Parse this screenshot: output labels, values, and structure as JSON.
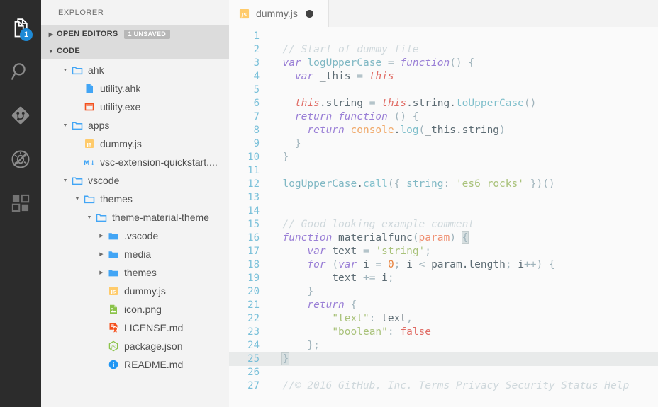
{
  "activity_bar": {
    "items": [
      {
        "name": "explorer",
        "icon": "files-icon",
        "badge": "1",
        "active": true
      },
      {
        "name": "search",
        "icon": "search-icon",
        "badge": "",
        "active": false
      },
      {
        "name": "source-control",
        "icon": "source-control-icon",
        "badge": "",
        "active": false
      },
      {
        "name": "debug",
        "icon": "debug-icon",
        "badge": "",
        "active": false
      },
      {
        "name": "extensions",
        "icon": "extensions-icon",
        "badge": "",
        "active": false
      }
    ]
  },
  "sidebar": {
    "title": "EXPLORER",
    "open_editors": {
      "label": "OPEN EDITORS",
      "badge": "1 UNSAVED",
      "expanded": false
    },
    "code_section": {
      "label": "CODE",
      "expanded": true
    },
    "tree": [
      {
        "label": "ahk",
        "indent": 1,
        "type": "folder",
        "icon": "folder-open-icon",
        "twisty": "down"
      },
      {
        "label": "utility.ahk",
        "indent": 2,
        "type": "file",
        "icon": "file-blue-icon",
        "twisty": "none"
      },
      {
        "label": "utility.exe",
        "indent": 2,
        "type": "file",
        "icon": "exe-icon",
        "twisty": "none"
      },
      {
        "label": "apps",
        "indent": 1,
        "type": "folder",
        "icon": "folder-open-icon",
        "twisty": "down"
      },
      {
        "label": "dummy.js",
        "indent": 2,
        "type": "file",
        "icon": "js-icon",
        "twisty": "none"
      },
      {
        "label": "vsc-extension-quickstart....",
        "indent": 2,
        "type": "file",
        "icon": "markdown-icon",
        "twisty": "none"
      },
      {
        "label": "vscode",
        "indent": 1,
        "type": "folder",
        "icon": "folder-open-icon",
        "twisty": "down"
      },
      {
        "label": "themes",
        "indent": 2,
        "type": "folder",
        "icon": "folder-open-icon",
        "twisty": "down"
      },
      {
        "label": "theme-material-theme",
        "indent": 3,
        "type": "folder",
        "icon": "folder-open-icon",
        "twisty": "down"
      },
      {
        "label": ".vscode",
        "indent": 4,
        "type": "folder",
        "icon": "folder-closed-icon",
        "twisty": "right"
      },
      {
        "label": "media",
        "indent": 4,
        "type": "folder",
        "icon": "folder-closed-icon",
        "twisty": "right"
      },
      {
        "label": "themes",
        "indent": 4,
        "type": "folder",
        "icon": "folder-closed-icon",
        "twisty": "right"
      },
      {
        "label": "dummy.js",
        "indent": 4,
        "type": "file",
        "icon": "js-icon",
        "twisty": "none"
      },
      {
        "label": "icon.png",
        "indent": 4,
        "type": "file",
        "icon": "image-icon",
        "twisty": "none"
      },
      {
        "label": "LICENSE.md",
        "indent": 4,
        "type": "file",
        "icon": "license-icon",
        "twisty": "none"
      },
      {
        "label": "package.json",
        "indent": 4,
        "type": "file",
        "icon": "nodejs-icon",
        "twisty": "none"
      },
      {
        "label": "README.md",
        "indent": 4,
        "type": "file",
        "icon": "readme-icon",
        "twisty": "none"
      }
    ]
  },
  "editor": {
    "tabs": [
      {
        "label": "dummy.js",
        "icon": "js-icon",
        "dirty": true,
        "active": true
      }
    ],
    "current_line": 25,
    "lines": [
      {
        "n": "1",
        "tokens": []
      },
      {
        "n": "2",
        "tokens": [
          {
            "t": "  ",
            "c": "t-plain"
          },
          {
            "t": "// Start of dummy file",
            "c": "t-com"
          }
        ]
      },
      {
        "n": "3",
        "tokens": [
          {
            "t": "  ",
            "c": "t-plain"
          },
          {
            "t": "var",
            "c": "t-kw"
          },
          {
            "t": " logUpperCase ",
            "c": "t-fn"
          },
          {
            "t": "= ",
            "c": "t-punc"
          },
          {
            "t": "function",
            "c": "t-kw"
          },
          {
            "t": "() {",
            "c": "t-punc"
          }
        ]
      },
      {
        "n": "4",
        "tokens": [
          {
            "t": "    ",
            "c": "t-plain"
          },
          {
            "t": "var",
            "c": "t-kw"
          },
          {
            "t": " _this ",
            "c": "t-var"
          },
          {
            "t": "= ",
            "c": "t-punc"
          },
          {
            "t": "this",
            "c": "t-this"
          }
        ]
      },
      {
        "n": "5",
        "tokens": []
      },
      {
        "n": "6",
        "tokens": [
          {
            "t": "    ",
            "c": "t-plain"
          },
          {
            "t": "this",
            "c": "t-this"
          },
          {
            "t": ".string ",
            "c": "t-var"
          },
          {
            "t": "= ",
            "c": "t-punc"
          },
          {
            "t": "this",
            "c": "t-this"
          },
          {
            "t": ".string.",
            "c": "t-var"
          },
          {
            "t": "toUpperCase",
            "c": "t-prop"
          },
          {
            "t": "()",
            "c": "t-punc"
          }
        ]
      },
      {
        "n": "7",
        "tokens": [
          {
            "t": "    ",
            "c": "t-plain"
          },
          {
            "t": "return ",
            "c": "t-kw"
          },
          {
            "t": "function ",
            "c": "t-kw"
          },
          {
            "t": "() {",
            "c": "t-punc"
          }
        ]
      },
      {
        "n": "8",
        "tokens": [
          {
            "t": "      ",
            "c": "t-plain"
          },
          {
            "t": "return ",
            "c": "t-kw"
          },
          {
            "t": "console",
            "c": "t-const"
          },
          {
            "t": ".",
            "c": "t-var"
          },
          {
            "t": "log",
            "c": "t-prop"
          },
          {
            "t": "(",
            "c": "t-punc"
          },
          {
            "t": "_this.string",
            "c": "t-var"
          },
          {
            "t": ")",
            "c": "t-punc"
          }
        ]
      },
      {
        "n": "9",
        "tokens": [
          {
            "t": "    ",
            "c": "t-plain"
          },
          {
            "t": "}",
            "c": "t-punc"
          }
        ]
      },
      {
        "n": "10",
        "tokens": [
          {
            "t": "  ",
            "c": "t-plain"
          },
          {
            "t": "}",
            "c": "t-punc"
          }
        ]
      },
      {
        "n": "11",
        "tokens": []
      },
      {
        "n": "12",
        "tokens": [
          {
            "t": "  ",
            "c": "t-plain"
          },
          {
            "t": "logUpperCase",
            "c": "t-fn"
          },
          {
            "t": ".",
            "c": "t-var"
          },
          {
            "t": "call",
            "c": "t-prop"
          },
          {
            "t": "({ ",
            "c": "t-punc"
          },
          {
            "t": "string",
            "c": "t-fn"
          },
          {
            "t": ": ",
            "c": "t-punc"
          },
          {
            "t": "'es6 rocks'",
            "c": "t-str"
          },
          {
            "t": " })()",
            "c": "t-punc"
          }
        ]
      },
      {
        "n": "13",
        "tokens": []
      },
      {
        "n": "14",
        "tokens": []
      },
      {
        "n": "15",
        "tokens": [
          {
            "t": "  ",
            "c": "t-plain"
          },
          {
            "t": "// Good looking example comment",
            "c": "t-com"
          }
        ]
      },
      {
        "n": "16",
        "tokens": [
          {
            "t": "  ",
            "c": "t-plain"
          },
          {
            "t": "function",
            "c": "t-kw"
          },
          {
            "t": " materialfunc",
            "c": "t-var"
          },
          {
            "t": "(",
            "c": "t-punc"
          },
          {
            "t": "param",
            "c": "t-param"
          },
          {
            "t": ") ",
            "c": "t-punc"
          },
          {
            "t": "{",
            "c": "t-punc brkt-hl"
          }
        ]
      },
      {
        "n": "17",
        "tokens": [
          {
            "t": "      ",
            "c": "t-plain"
          },
          {
            "t": "var",
            "c": "t-kw"
          },
          {
            "t": " text ",
            "c": "t-var"
          },
          {
            "t": "= ",
            "c": "t-punc"
          },
          {
            "t": "'string'",
            "c": "t-str"
          },
          {
            "t": ";",
            "c": "t-punc"
          }
        ]
      },
      {
        "n": "18",
        "tokens": [
          {
            "t": "      ",
            "c": "t-plain"
          },
          {
            "t": "for",
            "c": "t-kw"
          },
          {
            "t": " (",
            "c": "t-punc"
          },
          {
            "t": "var",
            "c": "t-kw"
          },
          {
            "t": " i ",
            "c": "t-var"
          },
          {
            "t": "= ",
            "c": "t-punc"
          },
          {
            "t": "0",
            "c": "t-num"
          },
          {
            "t": "; ",
            "c": "t-punc"
          },
          {
            "t": "i ",
            "c": "t-var"
          },
          {
            "t": "< ",
            "c": "t-punc"
          },
          {
            "t": "param.length",
            "c": "t-var"
          },
          {
            "t": "; ",
            "c": "t-punc"
          },
          {
            "t": "i",
            "c": "t-var"
          },
          {
            "t": "++) {",
            "c": "t-punc"
          }
        ]
      },
      {
        "n": "19",
        "tokens": [
          {
            "t": "          ",
            "c": "t-plain"
          },
          {
            "t": "text ",
            "c": "t-var"
          },
          {
            "t": "+= ",
            "c": "t-punc"
          },
          {
            "t": "i",
            "c": "t-var"
          },
          {
            "t": ";",
            "c": "t-punc"
          }
        ]
      },
      {
        "n": "20",
        "tokens": [
          {
            "t": "      ",
            "c": "t-plain"
          },
          {
            "t": "}",
            "c": "t-punc"
          }
        ]
      },
      {
        "n": "21",
        "tokens": [
          {
            "t": "      ",
            "c": "t-plain"
          },
          {
            "t": "return ",
            "c": "t-kw"
          },
          {
            "t": "{",
            "c": "t-punc"
          }
        ]
      },
      {
        "n": "22",
        "tokens": [
          {
            "t": "          ",
            "c": "t-plain"
          },
          {
            "t": "\"text\"",
            "c": "t-key"
          },
          {
            "t": ": ",
            "c": "t-punc"
          },
          {
            "t": "text",
            "c": "t-var"
          },
          {
            "t": ",",
            "c": "t-punc"
          }
        ]
      },
      {
        "n": "23",
        "tokens": [
          {
            "t": "          ",
            "c": "t-plain"
          },
          {
            "t": "\"boolean\"",
            "c": "t-key"
          },
          {
            "t": ": ",
            "c": "t-punc"
          },
          {
            "t": "false",
            "c": "t-bool"
          }
        ]
      },
      {
        "n": "24",
        "tokens": [
          {
            "t": "      ",
            "c": "t-plain"
          },
          {
            "t": "};",
            "c": "t-punc"
          }
        ]
      },
      {
        "n": "25",
        "tokens": [
          {
            "t": "  ",
            "c": "t-plain"
          },
          {
            "t": "}",
            "c": "t-punc brkt-hl"
          }
        ],
        "current": true
      },
      {
        "n": "26",
        "tokens": []
      },
      {
        "n": "27",
        "tokens": [
          {
            "t": "  ",
            "c": "t-plain"
          },
          {
            "t": "//© 2016 GitHub, Inc. Terms Privacy Security Status Help",
            "c": "t-com"
          }
        ]
      }
    ]
  },
  "colors": {
    "activity_bar_bg": "#2c2c2c",
    "sidebar_bg": "#f3f3f3",
    "editor_bg": "#fafafa",
    "badge_blue": "#1e8ad6",
    "section_header_bg": "#dcdcdc",
    "current_line_bg": "#e8eaea",
    "line_number": "#63b6d4"
  }
}
